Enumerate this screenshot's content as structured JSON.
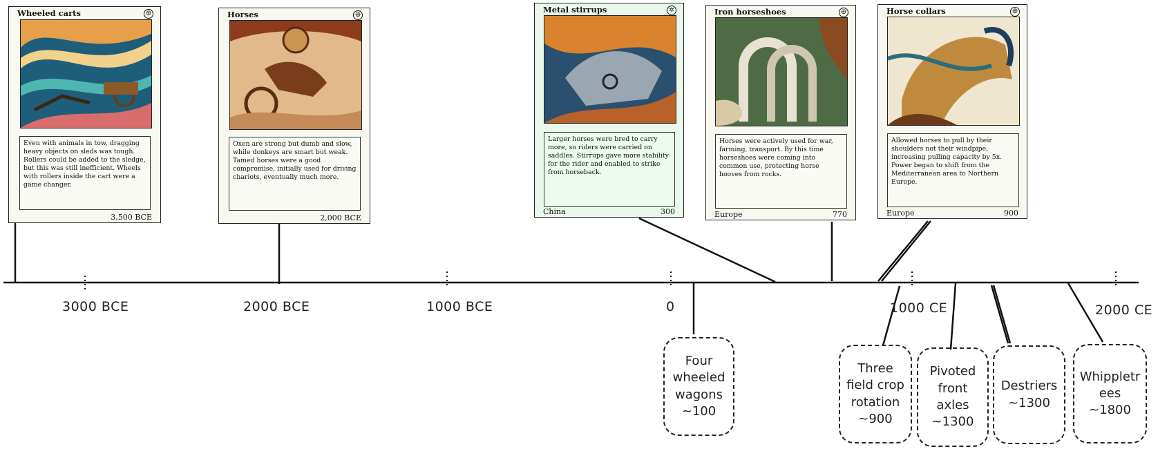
{
  "axis": {
    "labels": [
      "3000 BCE",
      "2000 BCE",
      "1000 BCE",
      "0",
      "1000 CE",
      "2000 CE"
    ]
  },
  "cards": [
    {
      "title": "Wheeled carts",
      "text": "Even with animals in tow, dragging heavy objects on sleds was tough. Rollers could be added to the sledge, but this was still inefficient. Wheels with rollers inside the cart were a game changer.",
      "region": "",
      "date": "3,500 BCE",
      "emblem": "🜨"
    },
    {
      "title": "Horses",
      "text": "Oxen are strong but dumb and slow, while donkeys are smart but weak. Tamed horses were a good compromise, initially used for driving chariots, eventually much more.",
      "region": "",
      "date": "2,000 BCE",
      "emblem": "🜨"
    },
    {
      "title": "Metal stirrups",
      "text": "Larger horses were bred to carry more, so riders were carried on saddles. Stirrups gave more stability for the rider and enabled to strike from horseback.",
      "region": "China",
      "date": "300",
      "emblem": "✲"
    },
    {
      "title": "Iron horseshoes",
      "text": "Horses were actively used for war, farming, transport. By this time horseshoes were coming into common use, protecting horse hooves from rocks.",
      "region": "Europe",
      "date": "770",
      "emblem": "🜨"
    },
    {
      "title": "Horse collars",
      "text": "Allowed horses to pull by their shoulders not their windpipe, increasing pulling capacity by 5x. Power began to shift from the Mediterranean area to Northern Europe.",
      "region": "Europe",
      "date": "900",
      "emblem": "🜨"
    }
  ],
  "bubbles": [
    {
      "text": "Four wheeled wagons ~100"
    },
    {
      "text": "Three field crop rotation ~900"
    },
    {
      "text": "Pivoted front axles ~1300"
    },
    {
      "text": "Destriers ~1300"
    },
    {
      "text": "Whippletr ees ~1800"
    }
  ]
}
